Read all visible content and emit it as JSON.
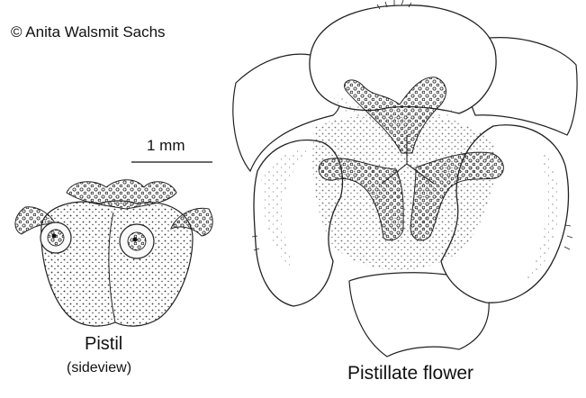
{
  "credit": "© Anita Walsmit Sachs",
  "scale_bar": {
    "label": "1 mm"
  },
  "pistil": {
    "title": "Pistil",
    "subtitle": "(sideview)"
  },
  "flower": {
    "title": "Pistillate flower"
  }
}
